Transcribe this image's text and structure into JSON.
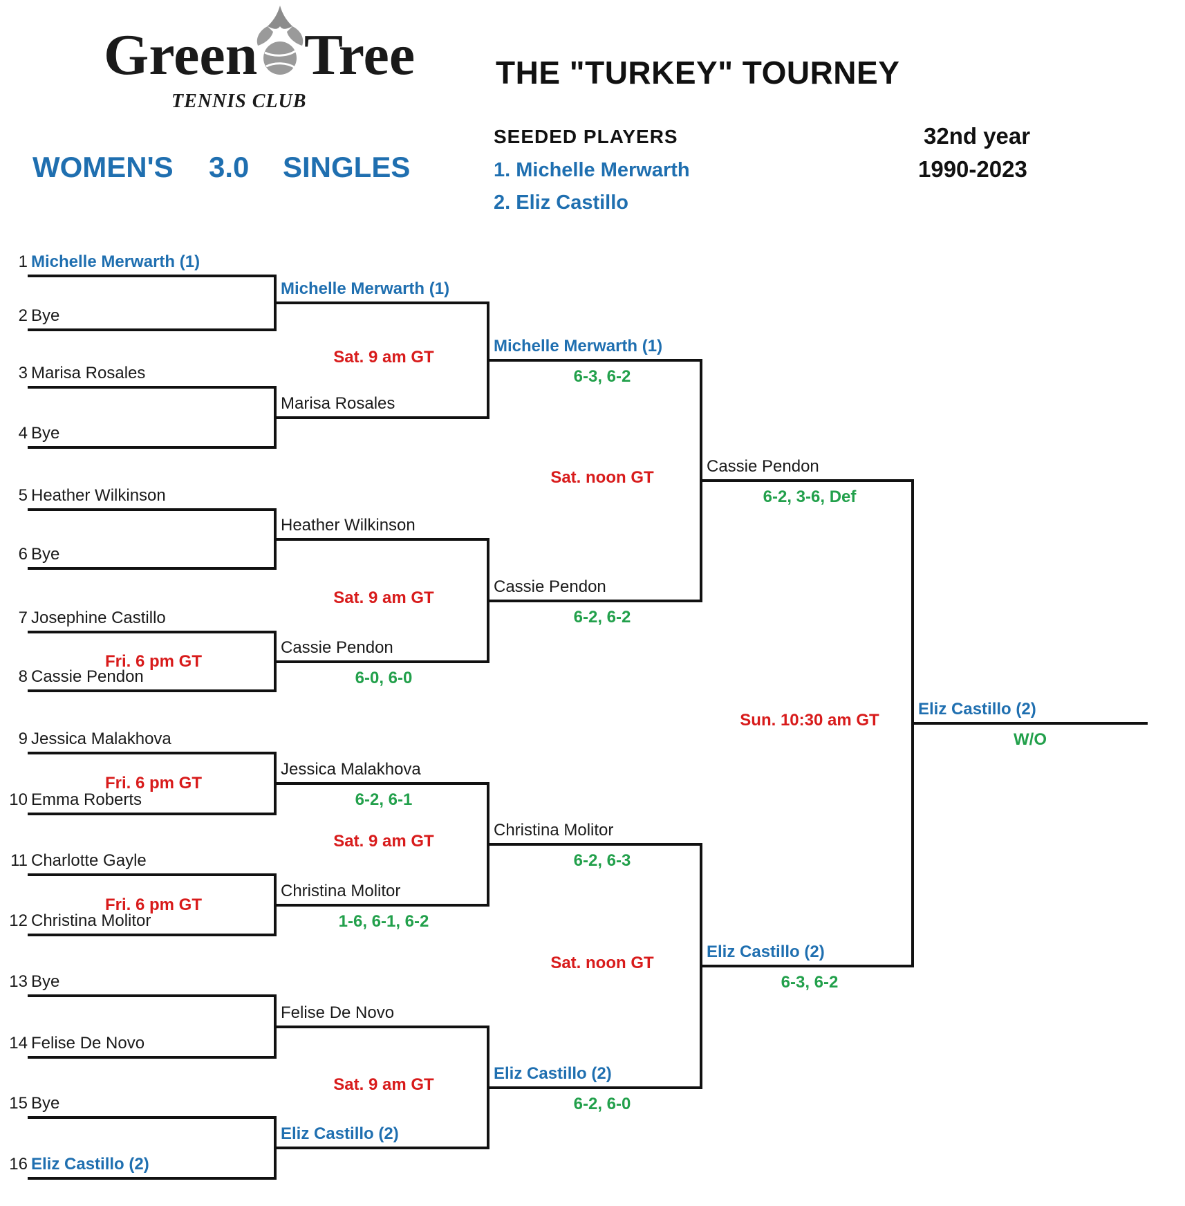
{
  "header": {
    "logo_word_left": "Green",
    "logo_word_right": "Tree",
    "logo_subtitle": "TENNIS CLUB",
    "tournament_title": "THE \"TURKEY\" TOURNEY",
    "division_gender": "WOMEN'S",
    "division_level": "3.0",
    "division_type": "SINGLES",
    "seeded_heading": "SEEDED PLAYERS",
    "seeded_players": [
      "1. Michelle Merwarth",
      "2. Eliz Castillo"
    ],
    "edition": "32nd year",
    "years": "1990-2023"
  },
  "colors": {
    "seeded_blue": "#1f6fb0",
    "time_red": "#d81b1b",
    "score_green": "#22a04b",
    "line_black": "#111111"
  },
  "round1": [
    {
      "num": "1",
      "name": "Michelle Merwarth (1)",
      "seeded": true
    },
    {
      "num": "2",
      "name": "Bye",
      "seeded": false
    },
    {
      "num": "3",
      "name": "Marisa Rosales",
      "seeded": false
    },
    {
      "num": "4",
      "name": "Bye",
      "seeded": false
    },
    {
      "num": "5",
      "name": "Heather Wilkinson",
      "seeded": false
    },
    {
      "num": "6",
      "name": "Bye",
      "seeded": false
    },
    {
      "num": "7",
      "name": "Josephine Castillo",
      "seeded": false
    },
    {
      "num": "8",
      "name": "Cassie Pendon",
      "seeded": false
    },
    {
      "num": "9",
      "name": "Jessica Malakhova",
      "seeded": false
    },
    {
      "num": "10",
      "name": "Emma Roberts",
      "seeded": false
    },
    {
      "num": "11",
      "name": "Charlotte Gayle",
      "seeded": false
    },
    {
      "num": "12",
      "name": "Christina Molitor",
      "seeded": false
    },
    {
      "num": "13",
      "name": "Bye",
      "seeded": false
    },
    {
      "num": "14",
      "name": "Felise De Novo",
      "seeded": false
    },
    {
      "num": "15",
      "name": "Bye",
      "seeded": false
    },
    {
      "num": "16",
      "name": "Eliz Castillo (2)",
      "seeded": true
    }
  ],
  "round1_matches": [
    {
      "time": "",
      "score": ""
    },
    {
      "time": "",
      "score": ""
    },
    {
      "time": "",
      "score": ""
    },
    {
      "time": "Fri. 6 pm GT",
      "score": ""
    },
    {
      "time": "Fri. 6 pm GT",
      "score": ""
    },
    {
      "time": "Fri. 6 pm GT",
      "score": ""
    },
    {
      "time": "",
      "score": ""
    },
    {
      "time": "",
      "score": ""
    }
  ],
  "round2": [
    {
      "name": "Michelle Merwarth (1)",
      "seeded": true,
      "score": ""
    },
    {
      "name": "Marisa Rosales",
      "seeded": false,
      "score": ""
    },
    {
      "name": "Heather Wilkinson",
      "seeded": false,
      "score": ""
    },
    {
      "name": "Cassie Pendon",
      "seeded": false,
      "score": "6-0, 6-0"
    },
    {
      "name": "Jessica Malakhova",
      "seeded": false,
      "score": "6-2, 6-1"
    },
    {
      "name": "Christina Molitor",
      "seeded": false,
      "score": "1-6, 6-1, 6-2"
    },
    {
      "name": "Felise De Novo",
      "seeded": false,
      "score": ""
    },
    {
      "name": "Eliz Castillo (2)",
      "seeded": true,
      "score": ""
    }
  ],
  "round2_matches": [
    {
      "time": "Sat. 9 am GT"
    },
    {
      "time": "Sat. 9 am GT"
    },
    {
      "time": "Sat. 9 am GT"
    },
    {
      "time": "Sat. 9 am GT"
    }
  ],
  "quarterfinals": [
    {
      "name": "Michelle Merwarth (1)",
      "seeded": true,
      "score": "6-3, 6-2"
    },
    {
      "name": "Cassie Pendon",
      "seeded": false,
      "score": "6-2, 6-2"
    },
    {
      "name": "Christina Molitor",
      "seeded": false,
      "score": "6-2, 6-3"
    },
    {
      "name": "Eliz Castillo (2)",
      "seeded": true,
      "score": "6-2, 6-0"
    }
  ],
  "quarterfinal_matches": [
    {
      "time": "Sat. noon GT"
    },
    {
      "time": "Sat. noon GT"
    }
  ],
  "semifinals": [
    {
      "name": "Cassie Pendon",
      "seeded": false,
      "score": "6-2, 3-6, Def"
    },
    {
      "name": "Eliz Castillo (2)",
      "seeded": true,
      "score": "6-3, 6-2"
    }
  ],
  "final_match": {
    "time": "Sun. 10:30 am GT"
  },
  "champion": {
    "name": "Eliz Castillo (2)",
    "seeded": true,
    "score": "W/O"
  }
}
